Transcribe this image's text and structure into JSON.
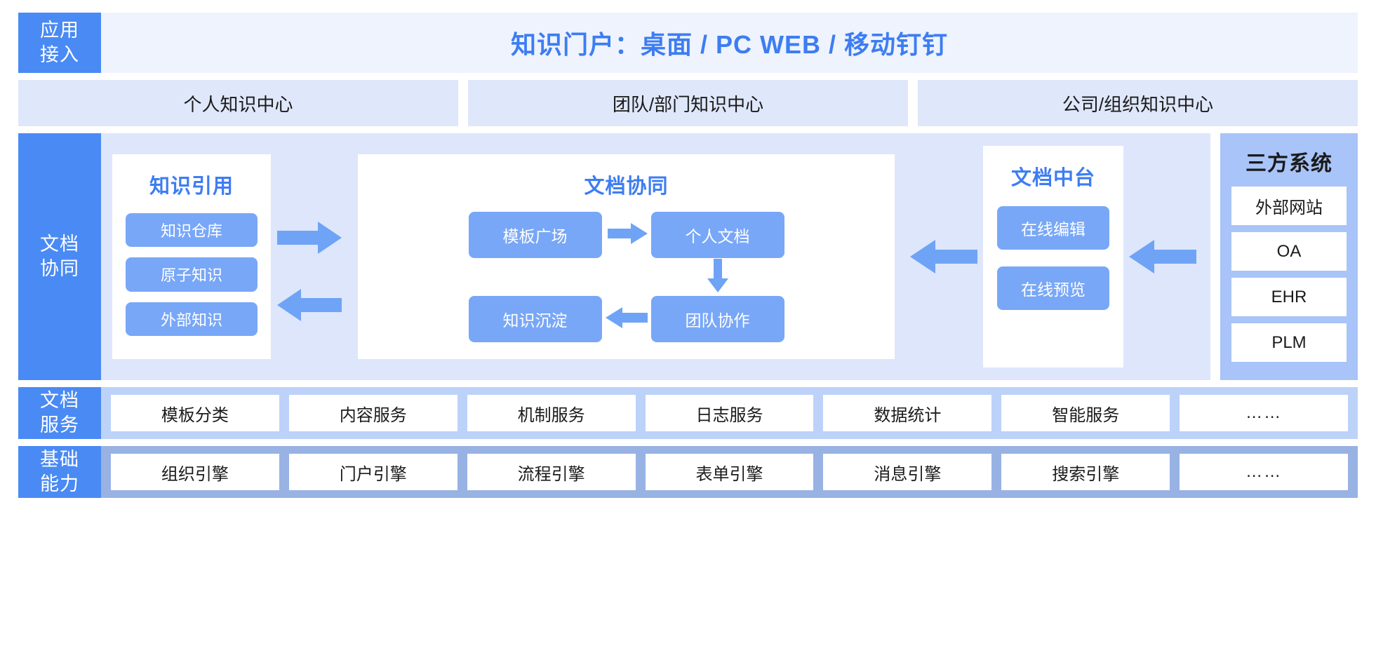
{
  "colors": {
    "accent_blue": "#3d7df2",
    "label_blue": "#4a8af4",
    "pill_blue": "#78a7f7",
    "band_bg": "#dde6fb",
    "portal_bg": "#eef3fd",
    "center_bg": "#dfe7fa",
    "service_bg": "#bdd2f8",
    "capability_bg": "#98b2e3",
    "third_party_bg": "#a8c4f8"
  },
  "portal_row": {
    "side_label": {
      "line1": "应用",
      "line2": "接入"
    },
    "title": "知识门户：桌面 / PC WEB / 移动钉钉"
  },
  "centers_row": {
    "items": [
      {
        "label": "个人知识中心"
      },
      {
        "label": "团队/部门知识中心"
      },
      {
        "label": "公司/组织知识中心"
      }
    ]
  },
  "main_row": {
    "side_label": {
      "line1": "文档",
      "line2": "协同"
    },
    "knowledge_quote": {
      "title": "知识引用",
      "items": [
        {
          "label": "知识仓库"
        },
        {
          "label": "原子知识"
        },
        {
          "label": "外部知识"
        }
      ]
    },
    "doc_collaboration": {
      "title": "文档协同",
      "items": [
        {
          "label": "模板广场"
        },
        {
          "label": "个人文档"
        },
        {
          "label": "知识沉淀"
        },
        {
          "label": "团队协作"
        }
      ]
    },
    "doc_platform": {
      "title": "文档中台",
      "items": [
        {
          "label": "在线编辑"
        },
        {
          "label": "在线预览"
        }
      ]
    },
    "third_party": {
      "title": "三方系统",
      "items": [
        {
          "label": "外部网站"
        },
        {
          "label": "OA"
        },
        {
          "label": "EHR"
        },
        {
          "label": "PLM"
        }
      ]
    }
  },
  "service_row": {
    "side_label": {
      "line1": "文档",
      "line2": "服务"
    },
    "items": [
      {
        "label": "模板分类"
      },
      {
        "label": "内容服务"
      },
      {
        "label": "机制服务"
      },
      {
        "label": "日志服务"
      },
      {
        "label": "数据统计"
      },
      {
        "label": "智能服务"
      },
      {
        "label": "……"
      }
    ]
  },
  "capability_row": {
    "side_label": {
      "line1": "基础",
      "line2": "能力"
    },
    "items": [
      {
        "label": "组织引擎"
      },
      {
        "label": "门户引擎"
      },
      {
        "label": "流程引擎"
      },
      {
        "label": "表单引擎"
      },
      {
        "label": "消息引擎"
      },
      {
        "label": "搜索引擎"
      },
      {
        "label": "……"
      }
    ]
  }
}
